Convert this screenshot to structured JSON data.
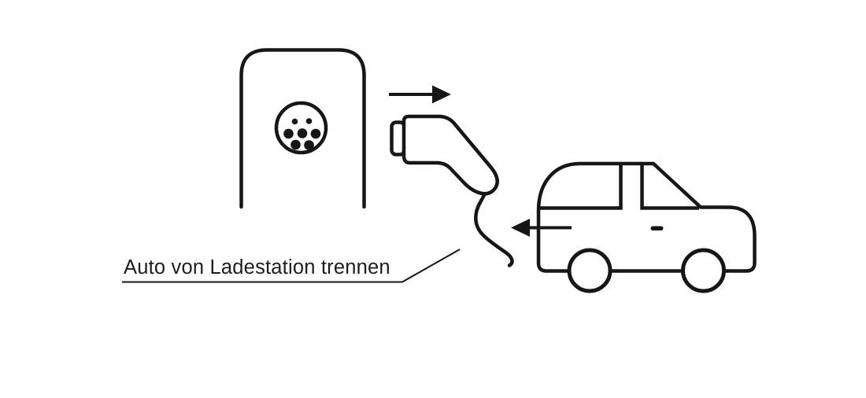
{
  "canvas": {
    "background": "#ffffff",
    "ink_color": "#161616"
  },
  "caption": {
    "label": "Auto von Ladestation trennen"
  },
  "illustration": {
    "charging_station": {
      "icon": "charging-station-icon",
      "socket_icon": "type2-socket-icon",
      "socket_contact_count": 7
    },
    "plug": {
      "icon": "charging-plug-icon",
      "cable_icon": "charging-cable-icon"
    },
    "car": {
      "icon": "car-side-icon",
      "wheel_count": 2
    },
    "arrows": [
      {
        "icon": "arrow-right-icon",
        "direction": "right"
      },
      {
        "icon": "arrow-left-icon",
        "direction": "left"
      }
    ]
  }
}
